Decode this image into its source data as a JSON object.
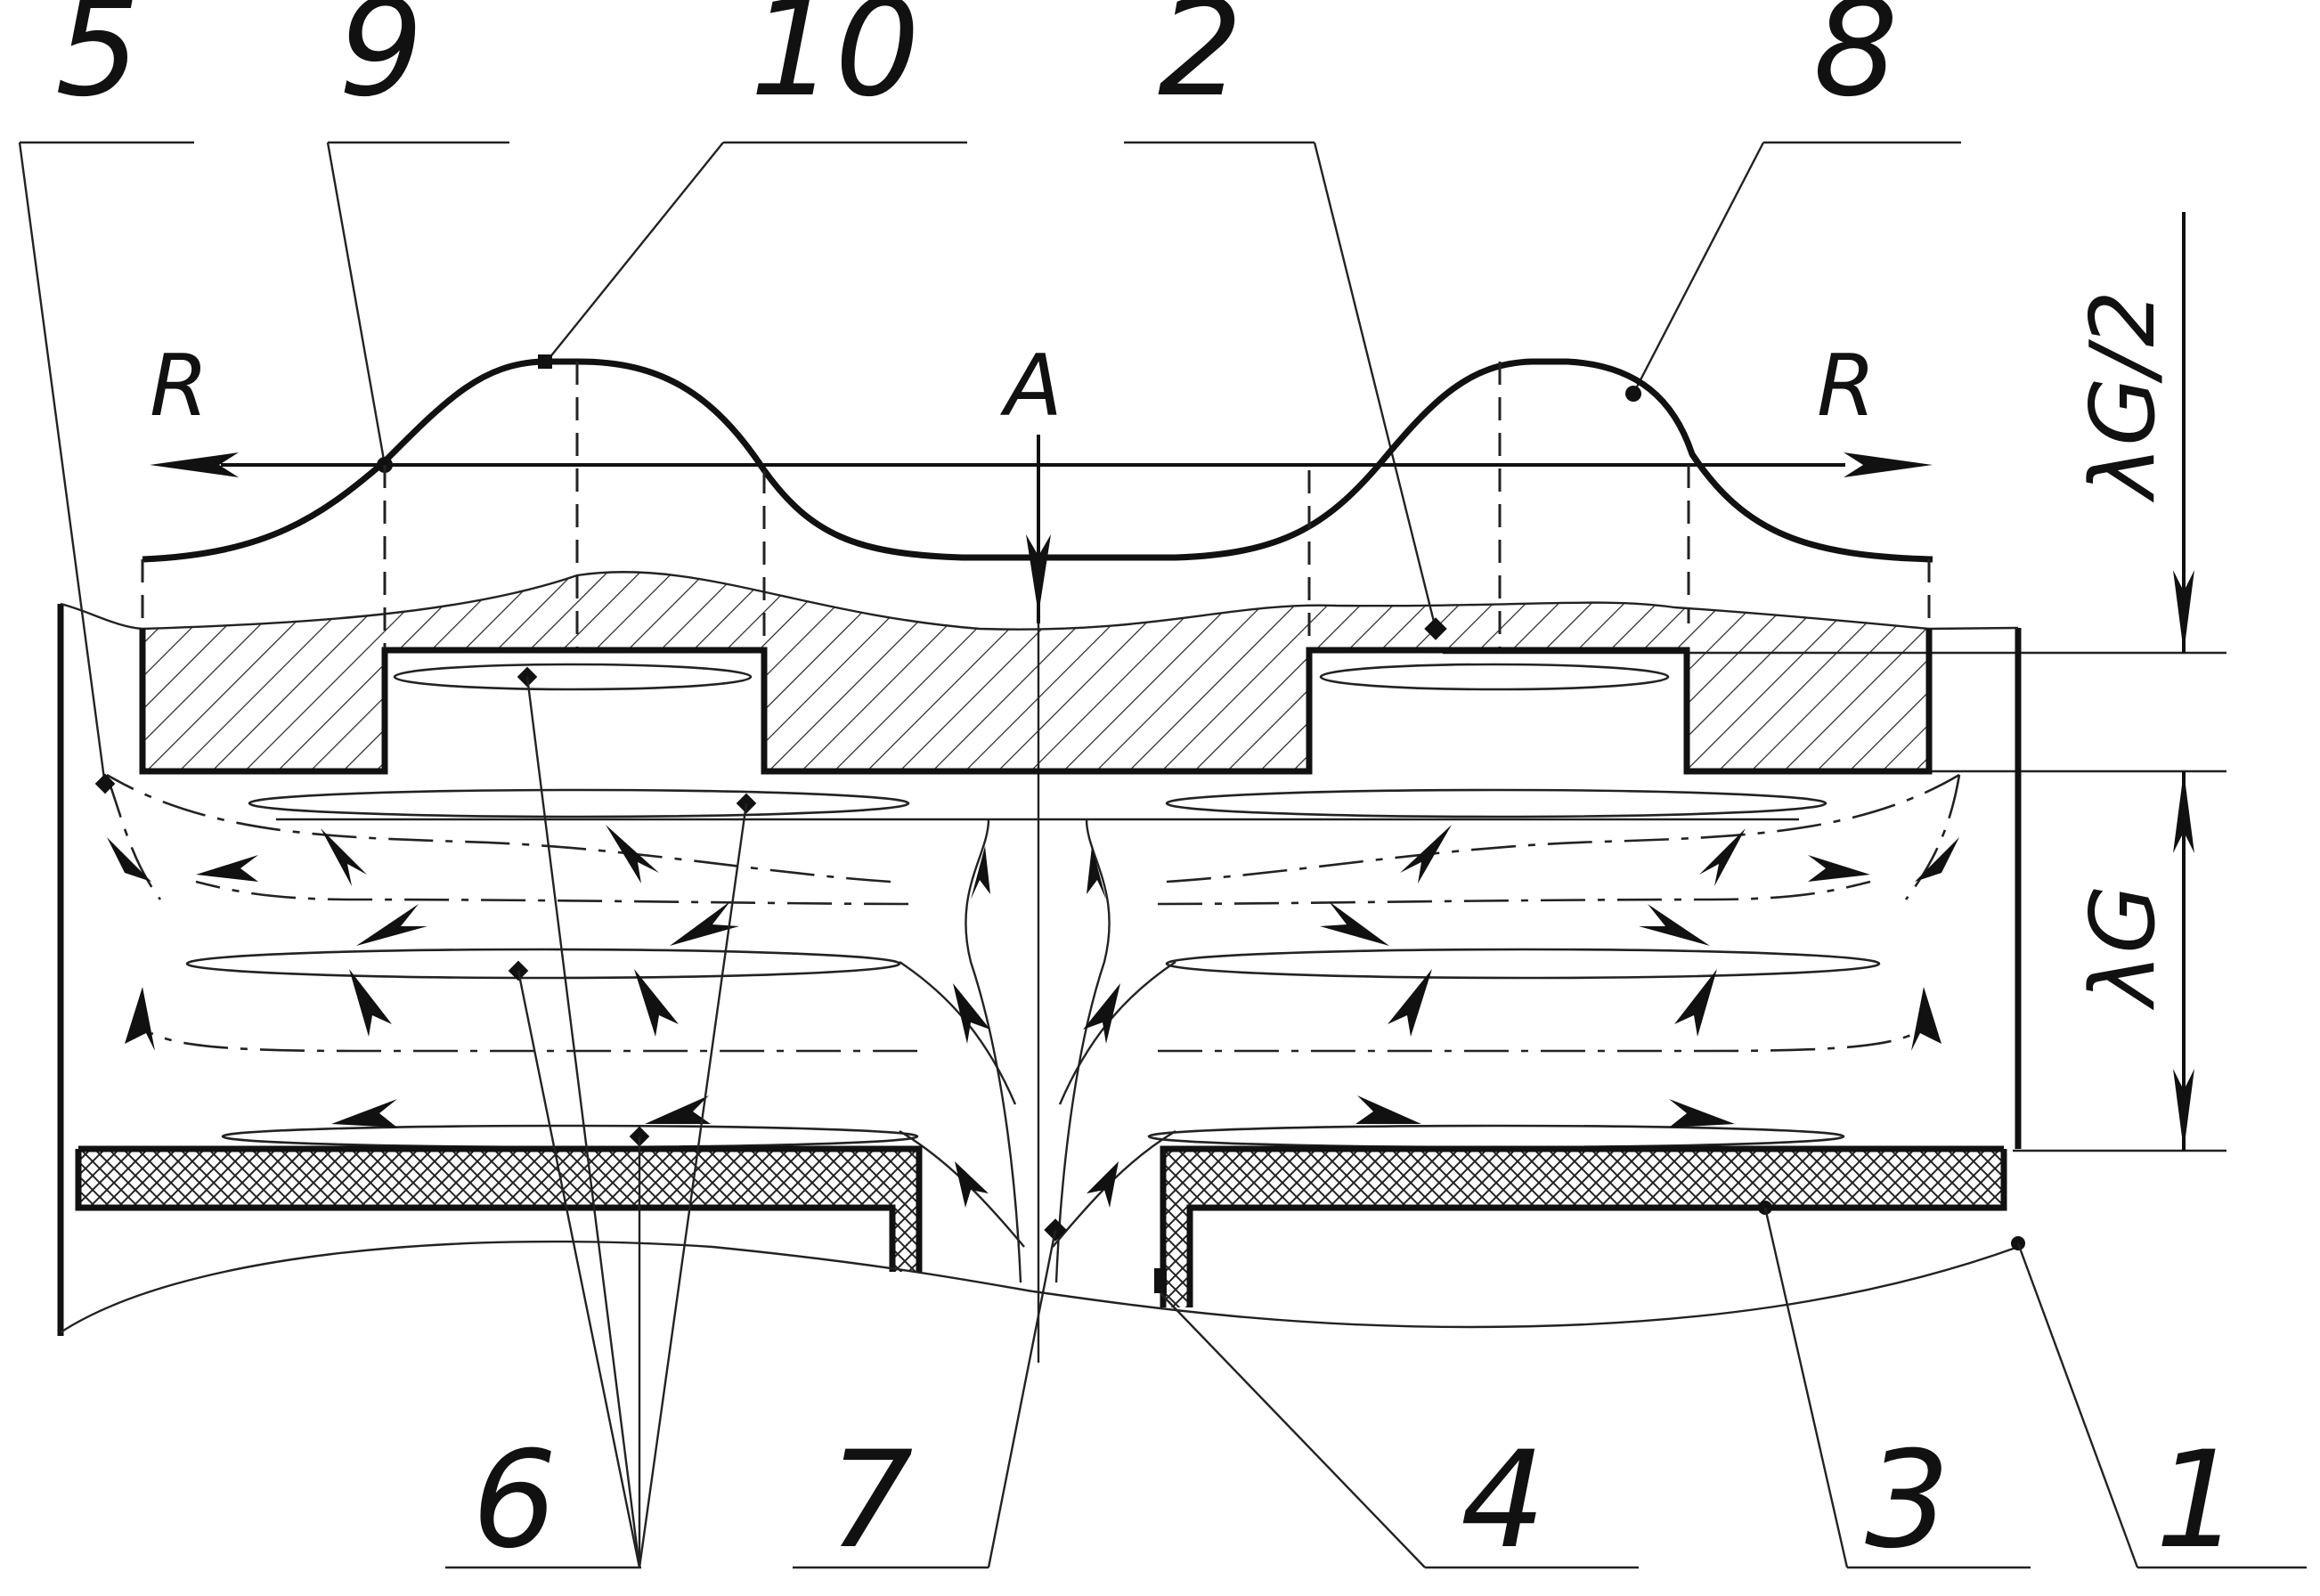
{
  "labels": {
    "n1": "1",
    "n2": "2",
    "n3": "3",
    "n4": "4",
    "n5": "5",
    "n6": "6",
    "n7": "7",
    "n8": "8",
    "n9": "9",
    "n10": "10",
    "r_left": "R",
    "r_right": "R",
    "a": "A",
    "lambda_half": "λG/2",
    "lambda": "λG"
  }
}
